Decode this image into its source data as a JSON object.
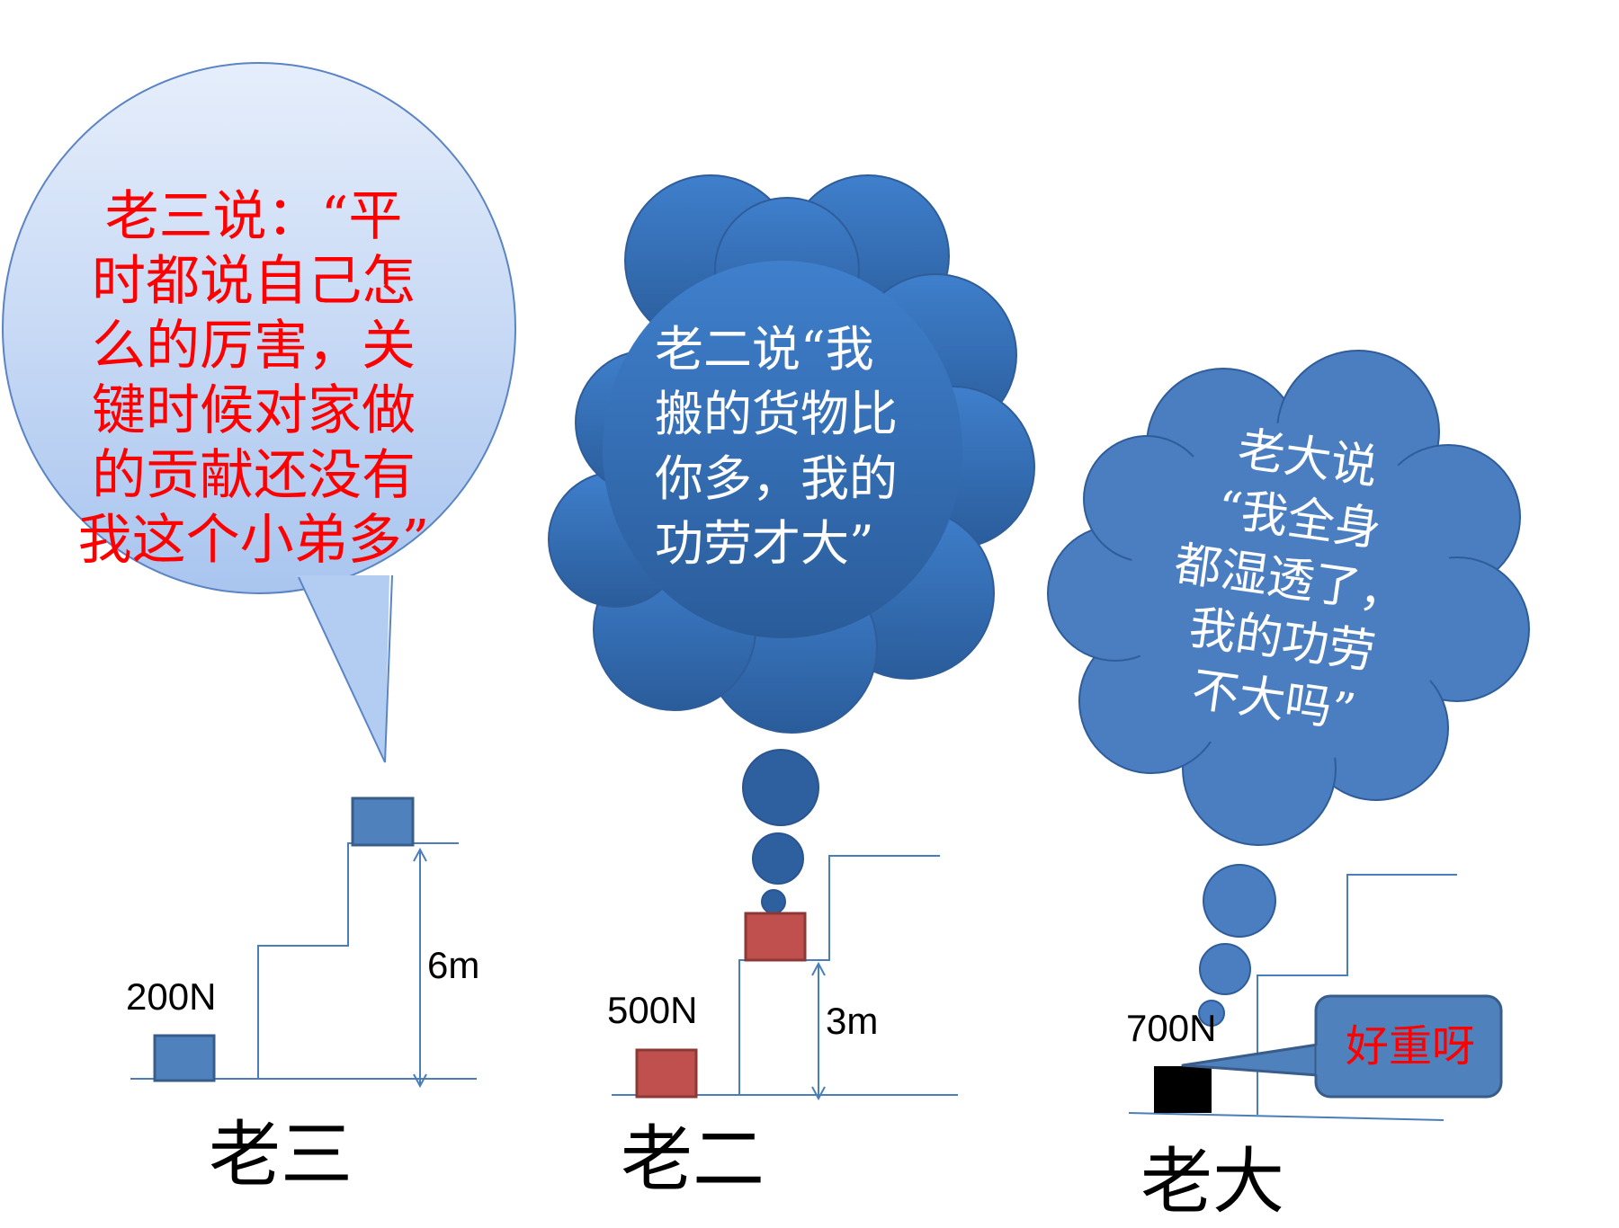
{
  "brothers": {
    "third": {
      "name": "老三",
      "force": "200N",
      "height": "6m",
      "quote": "老三说：“平\n时都说自己怎\n么的厉害，关\n键时候对家做\n的贡献还没有\n我这个小弟多”"
    },
    "second": {
      "name": "老二",
      "force": "500N",
      "height": "3m",
      "quote": "老二说“我\n搬的货物比\n你多，我的\n功劳才大”"
    },
    "eldest": {
      "name": "老大",
      "force": "700N",
      "quote": "老大说\n“我全身\n都湿透了，\n我的功劳\n不大吗”",
      "exclaim": "好重呀"
    }
  },
  "colors": {
    "speech_red": "#ff0000",
    "cloud_blue": "#3a6fb5",
    "box_blue": "#4f81bd",
    "box_red": "#c0504d",
    "box_black": "#000000",
    "line_blue": "#4a7ebb"
  }
}
